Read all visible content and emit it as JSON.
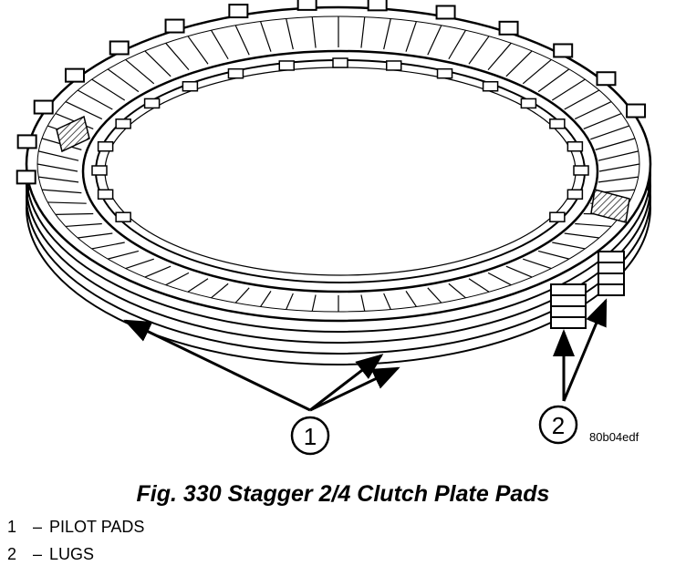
{
  "figure": {
    "caption": "Fig. 330 Stagger 2/4 Clutch Plate Pads",
    "image_code": "80b04edf",
    "callouts": [
      {
        "number": "1",
        "label": "PILOT PADS"
      },
      {
        "number": "2",
        "label": "LUGS"
      }
    ]
  },
  "legend_dash": "–"
}
